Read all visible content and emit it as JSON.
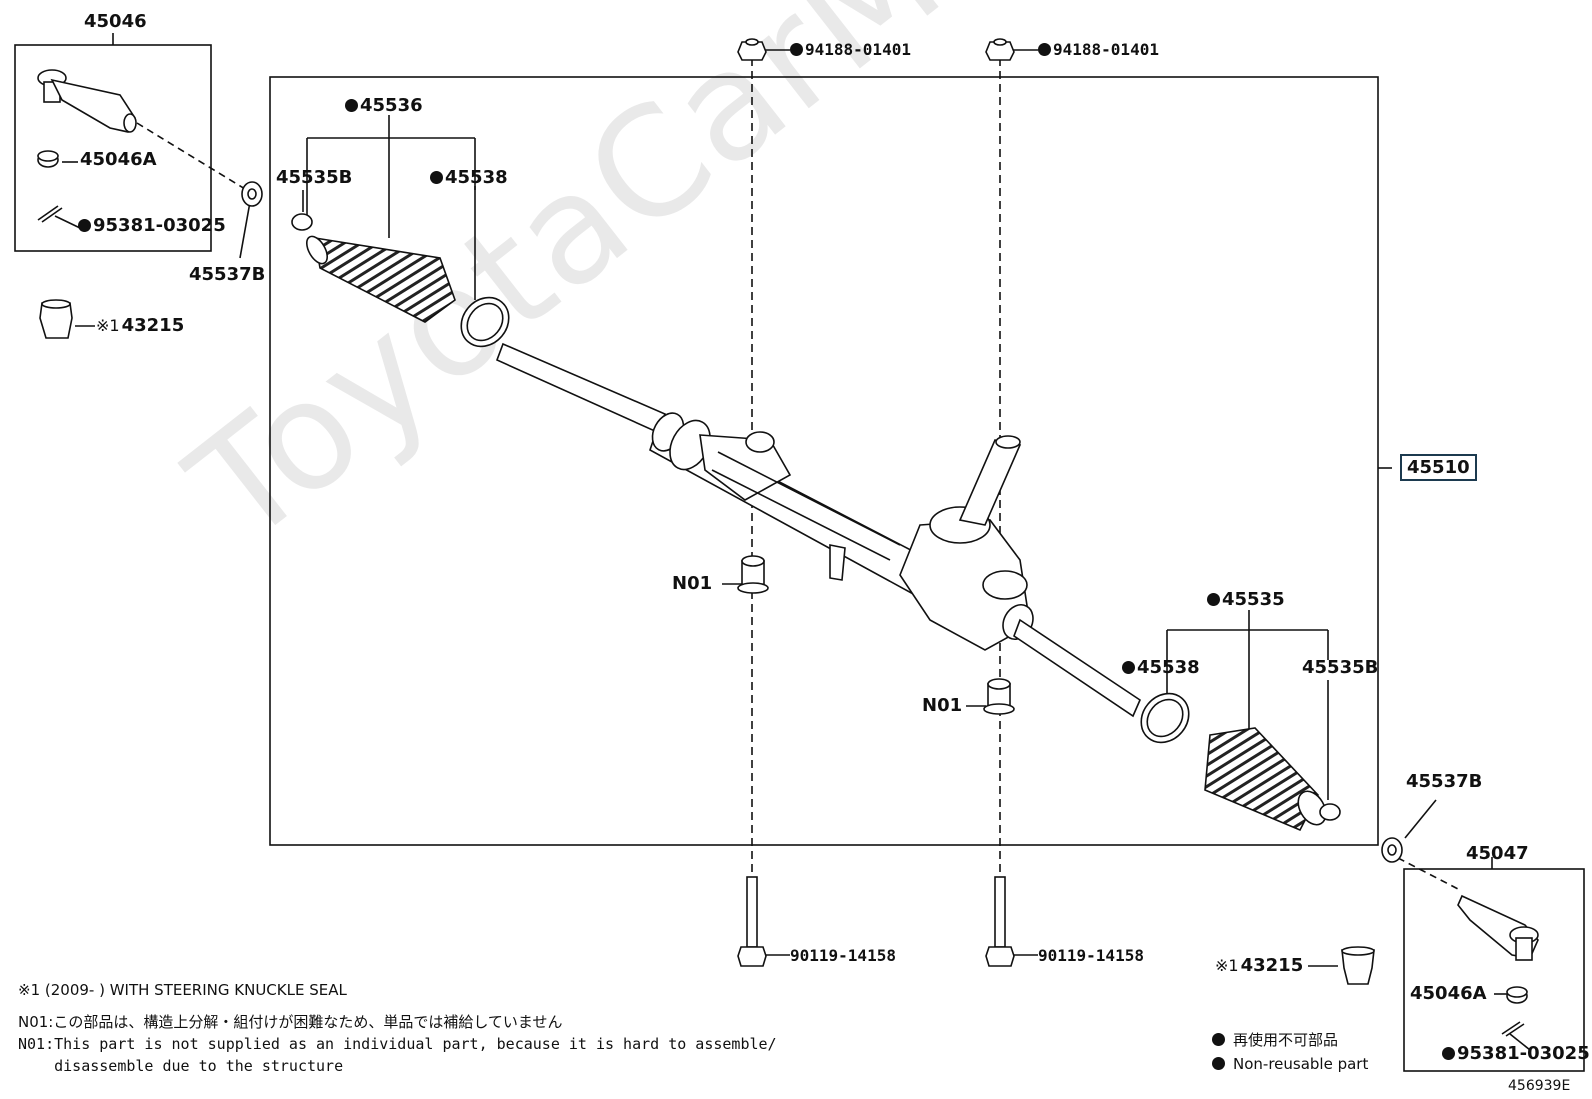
{
  "watermark": "ToyotaCarMine.ru",
  "diagram_id": "456939E",
  "part_labels": {
    "tie_rod_end_lh": "45046",
    "tie_rod_end_rh": "45047",
    "castle_nut_lh": "45046A",
    "castle_nut_rh": "45046A",
    "cotter_pin_lh": "95381-03025",
    "cotter_pin_rh": "95381-03025",
    "lock_nut_lh": "45537B",
    "lock_nut_rh": "45537B",
    "knuckle_seal_lh": "43215",
    "knuckle_seal_rh": "43215",
    "boot_lh": "45536",
    "boot_rh": "45535",
    "boot_clip_small_lh": "45535B",
    "boot_clip_small_rh": "45535B",
    "boot_clamp_lh": "45538",
    "boot_clamp_rh": "45538",
    "nut_left": "94188-01401",
    "nut_right": "94188-01401",
    "bolt_left": "90119-14158",
    "bolt_right": "90119-14158",
    "bushing_left": "N01",
    "bushing_right": "N01",
    "rack_assy": "45510"
  },
  "marks": {
    "seal_note_mark": "※1"
  },
  "notes": {
    "note1": "※1 (2009-      ) WITH STEERING KNUCKLE SEAL",
    "n01_ja": "N01:この部品は、構造上分解・組付けが困難なため、単品では補給していません",
    "n01_en_1": "N01:This part is not supplied as an individual part, because it is hard to assemble/",
    "n01_en_2": "    disassemble due to the structure"
  },
  "legend": {
    "ja": "再使用不可部品",
    "en": "Non-reusable part"
  }
}
